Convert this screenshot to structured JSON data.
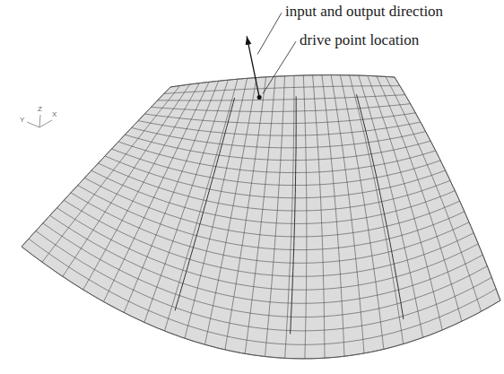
{
  "diagram": {
    "labels": [
      "input and output direction",
      "drive point location",
      "Y",
      "Z",
      "X"
    ]
  }
}
